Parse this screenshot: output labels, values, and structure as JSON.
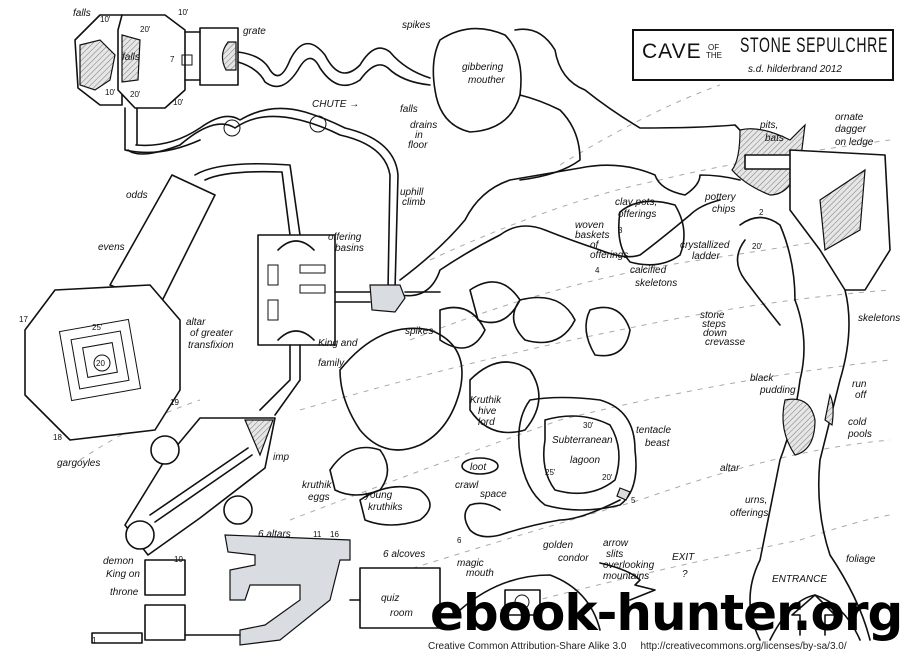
{
  "title": {
    "main_left": "CAVE",
    "small_of": "OF",
    "small_the": "THE",
    "main_right": "STONE SEPULCHRE",
    "author": "s.d. hilderbrand 2012"
  },
  "labels": {
    "falls_top": "falls",
    "grate": "grate",
    "falls_mid": "falls",
    "spikes_top": "spikes",
    "chute": "CHUTE →",
    "falls_right": "falls",
    "drains1": "drains",
    "drains2": "in",
    "drains3": "floor",
    "gibbering1": "gibbering",
    "gibbering2": "mouther",
    "uphill1": "uphill",
    "uphill2": "climb",
    "odds": "odds",
    "evens": "evens",
    "offering1": "offering",
    "offering2": "basins",
    "altar_gt1": "altar",
    "altar_gt2": "of greater",
    "altar_gt3": "transfixion",
    "gargoyles": "gargoyles",
    "king1": "King and",
    "king2": "family",
    "spikes_mid": "spikes",
    "imp": "imp",
    "demon1": "demon",
    "demon2": "King on",
    "demon3": "throne",
    "six_altars": "6 altars",
    "six_alcoves": "6 alcoves",
    "quiz1": "quiz",
    "quiz2": "room",
    "magic1": "magic",
    "magic2": "mouth",
    "condor1": "golden",
    "condor2": "condor",
    "arrow1": "arrow",
    "arrow2": "slits",
    "arrow3": "overlooking",
    "arrow4": "mountains",
    "exit": "EXIT",
    "exit_q": "?",
    "entrance": "ENTRANCE",
    "foliage": "foliage",
    "pudding1": "black",
    "pudding2": "pudding",
    "altar_small": "altar",
    "urns1": "urns,",
    "urns2": "offerings",
    "runoff1": "run",
    "runoff2": "off",
    "cold1": "cold",
    "cold2": "pools",
    "skeletons": "skeletons",
    "steps1": "stone",
    "steps2": "steps",
    "steps3": "down",
    "steps4": "crevasse",
    "hive1": "Kruthik",
    "hive2": "hive",
    "hive3": "lord",
    "lagoon1": "Subterranean",
    "lagoon2": "lagoon",
    "tentacle1": "tentacle",
    "tentacle2": "beast",
    "loot": "loot",
    "crawl1": "crawl",
    "crawl2": "space",
    "eggs1": "kruthik",
    "eggs2": "eggs",
    "young1": "young",
    "young2": "kruthiks",
    "clay1": "clay pots,",
    "clay2": "offerings",
    "pottery1": "pottery",
    "pottery2": "chips",
    "woven1": "woven",
    "woven2": "baskets",
    "woven3": "of",
    "woven4": "offerings",
    "calc1": "calcified",
    "calc2": "skeletons",
    "crystal1": "crystallized",
    "crystal2": "ladder",
    "pits1": "pits,",
    "pits2": "bats",
    "dagger1": "ornate",
    "dagger2": "dagger",
    "dagger3": "on ledge"
  },
  "measurements": {
    "d10a": "10'",
    "d20a": "20'",
    "d10b": "10'",
    "d10c": "10'",
    "d20b": "20'",
    "d10d": "10'",
    "d25": "25'",
    "d30": "30'",
    "d25b": "25'",
    "d20c": "20'",
    "d20d": "20'"
  },
  "room_numbers": [
    "1",
    "2",
    "3",
    "4",
    "5",
    "6",
    "7",
    "10",
    "11",
    "16",
    "17",
    "18",
    "19",
    "20"
  ],
  "watermark": "ebook-hunter.org",
  "footer": {
    "license": "Creative Common Attribution-Share Alike 3.0",
    "url": "http://creativecommons.org/licenses/by-sa/3.0/"
  }
}
